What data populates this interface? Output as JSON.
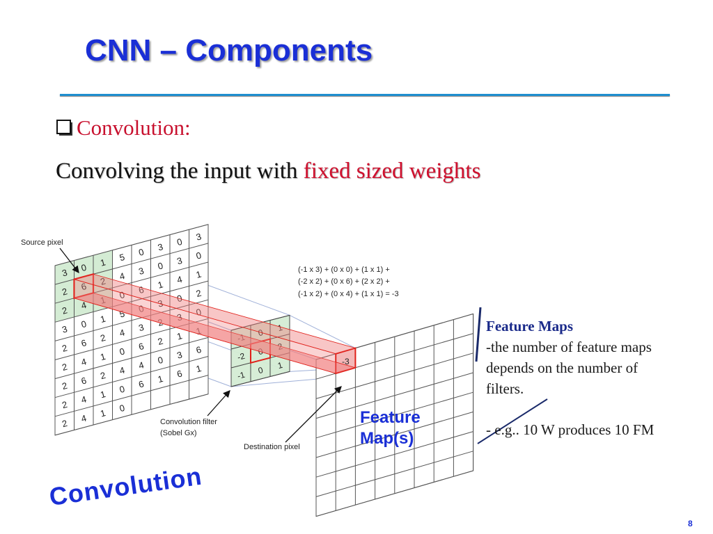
{
  "slide": {
    "title": "CNN – Components",
    "bullet": "Convolution:",
    "subhead_plain": "Convolving the input with ",
    "subhead_highlight": "fixed sized weights",
    "page_number": "8",
    "big_label": "Convolution"
  },
  "diagram": {
    "source_label": "Source pixel",
    "filter_label_1": "Convolution filter",
    "filter_label_2": "(Sobel Gx)",
    "dest_label": "Destination pixel",
    "equation": [
      "(-1 x 3) + (0 x 0) + (1 x 1) +",
      "(-2 x 2) + (0 x 6) + (2 x 2) +",
      "(-1 x 2) + (0 x 4) + (1 x 1)  = -3"
    ],
    "input_grid": [
      [
        "3",
        "0",
        "1",
        "5",
        "0",
        "3",
        "0",
        "3"
      ],
      [
        "2",
        "6",
        "2",
        "4",
        "3",
        "0",
        "3",
        "0"
      ],
      [
        "2",
        "4",
        "1",
        "0",
        "6",
        "1",
        "4",
        "1"
      ],
      [
        "3",
        "0",
        "1",
        "5",
        "0",
        "3",
        "0",
        "2"
      ],
      [
        "2",
        "6",
        "2",
        "4",
        "3",
        "2",
        "3",
        "0"
      ],
      [
        "2",
        "4",
        "1",
        "0",
        "6",
        "2",
        "1",
        "1"
      ],
      [
        "2",
        "6",
        "2",
        "4",
        "4",
        "0",
        "3",
        "6"
      ],
      [
        "2",
        "4",
        "1",
        "0",
        "6",
        "1",
        "6",
        "1"
      ],
      [
        "2",
        "4",
        "1",
        "0",
        "",
        "",
        "",
        ""
      ]
    ],
    "filter_grid": [
      [
        "-1",
        "0",
        "1"
      ],
      [
        "-2",
        "0",
        "2"
      ],
      [
        "-1",
        "0",
        "1"
      ]
    ],
    "output_value": "-3",
    "output_grid_size": 8,
    "feature_map_label_1": "Feature",
    "feature_map_label_2": "Map(s)"
  },
  "side_note": {
    "title": "Feature Maps",
    "line1": "-the number of feature maps",
    "line2": "depends on the number of",
    "line3": "filters.",
    "example": "- e.g.. 10 W produces 10 FM"
  },
  "colors": {
    "title_blue": "#1a2fd6",
    "highlight_red": "#d0102e",
    "green_tint": "#d4ecd4",
    "beam_red": "#f08080"
  }
}
